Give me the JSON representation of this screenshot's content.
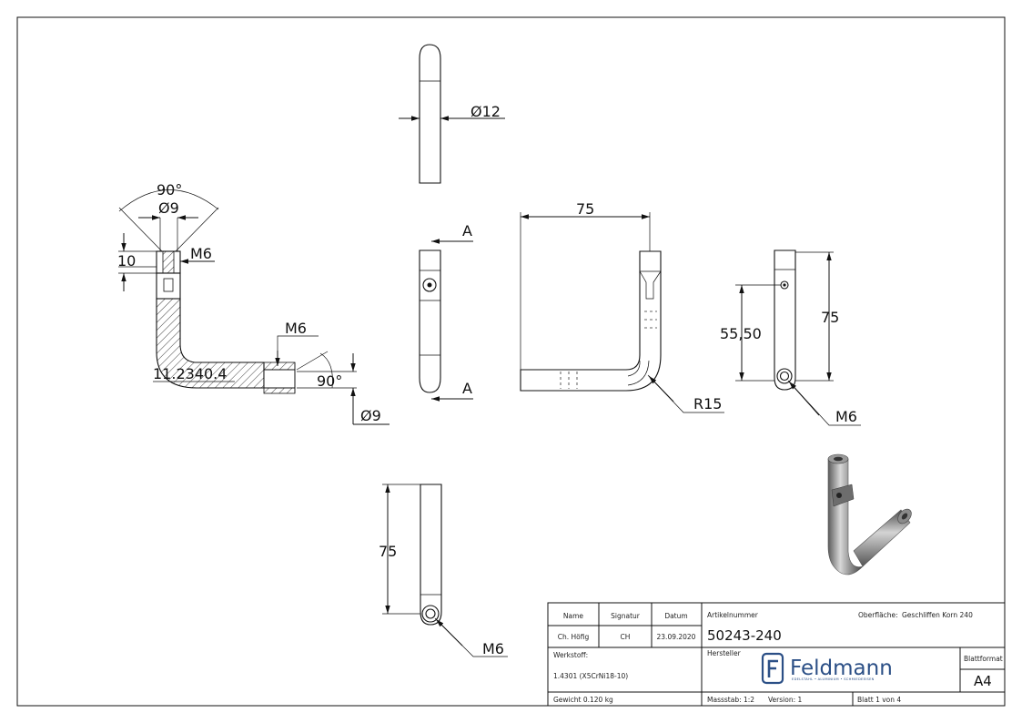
{
  "dimensions": {
    "top_diameter": "Ø12",
    "section_angle_top": "90°",
    "section_diameter_top": "Ø9",
    "section_thread_top": "M6",
    "section_length": "10",
    "section_thread_bottom": "M6",
    "section_material_label": "11.2340.4",
    "section_angle_right": "90°",
    "section_diameter_right": "Ø9",
    "cut_label_top": "A",
    "cut_label_bottom": "A",
    "front_width": "75",
    "front_radius": "R15",
    "side_height": "75",
    "side_hole_height": "55,50",
    "side_thread": "M6",
    "bottom_height": "75",
    "bottom_thread": "M6"
  },
  "title_block": {
    "headers": {
      "name": "Name",
      "signature": "Signatur",
      "date": "Datum"
    },
    "row": {
      "name": "Ch. Höfig",
      "signature": "CH",
      "date": "23.09.2020"
    },
    "article_label": "Artikelnummer",
    "article_number": "50243-240",
    "surface_label": "Oberfläche:",
    "surface_value": "Geschliffen Korn 240",
    "material_label": "Werkstoff:",
    "material_value": "1.4301 (X5CrNi18-10)",
    "manufacturer_label": "Hersteller",
    "format_label": "Blattformat",
    "format_value": "A4",
    "weight": "Gewicht 0.120 kg",
    "scale": "Massstab: 1:2",
    "version": "Version: 1",
    "sheet": "Blatt 1 von 4"
  },
  "logo": {
    "name": "Feldmann",
    "tagline": "EDELSTAHL • ALUMINIUM • SCHMIEDEEISEN",
    "icon": "feldmann-logo-icon",
    "color": "#2b4f86"
  }
}
